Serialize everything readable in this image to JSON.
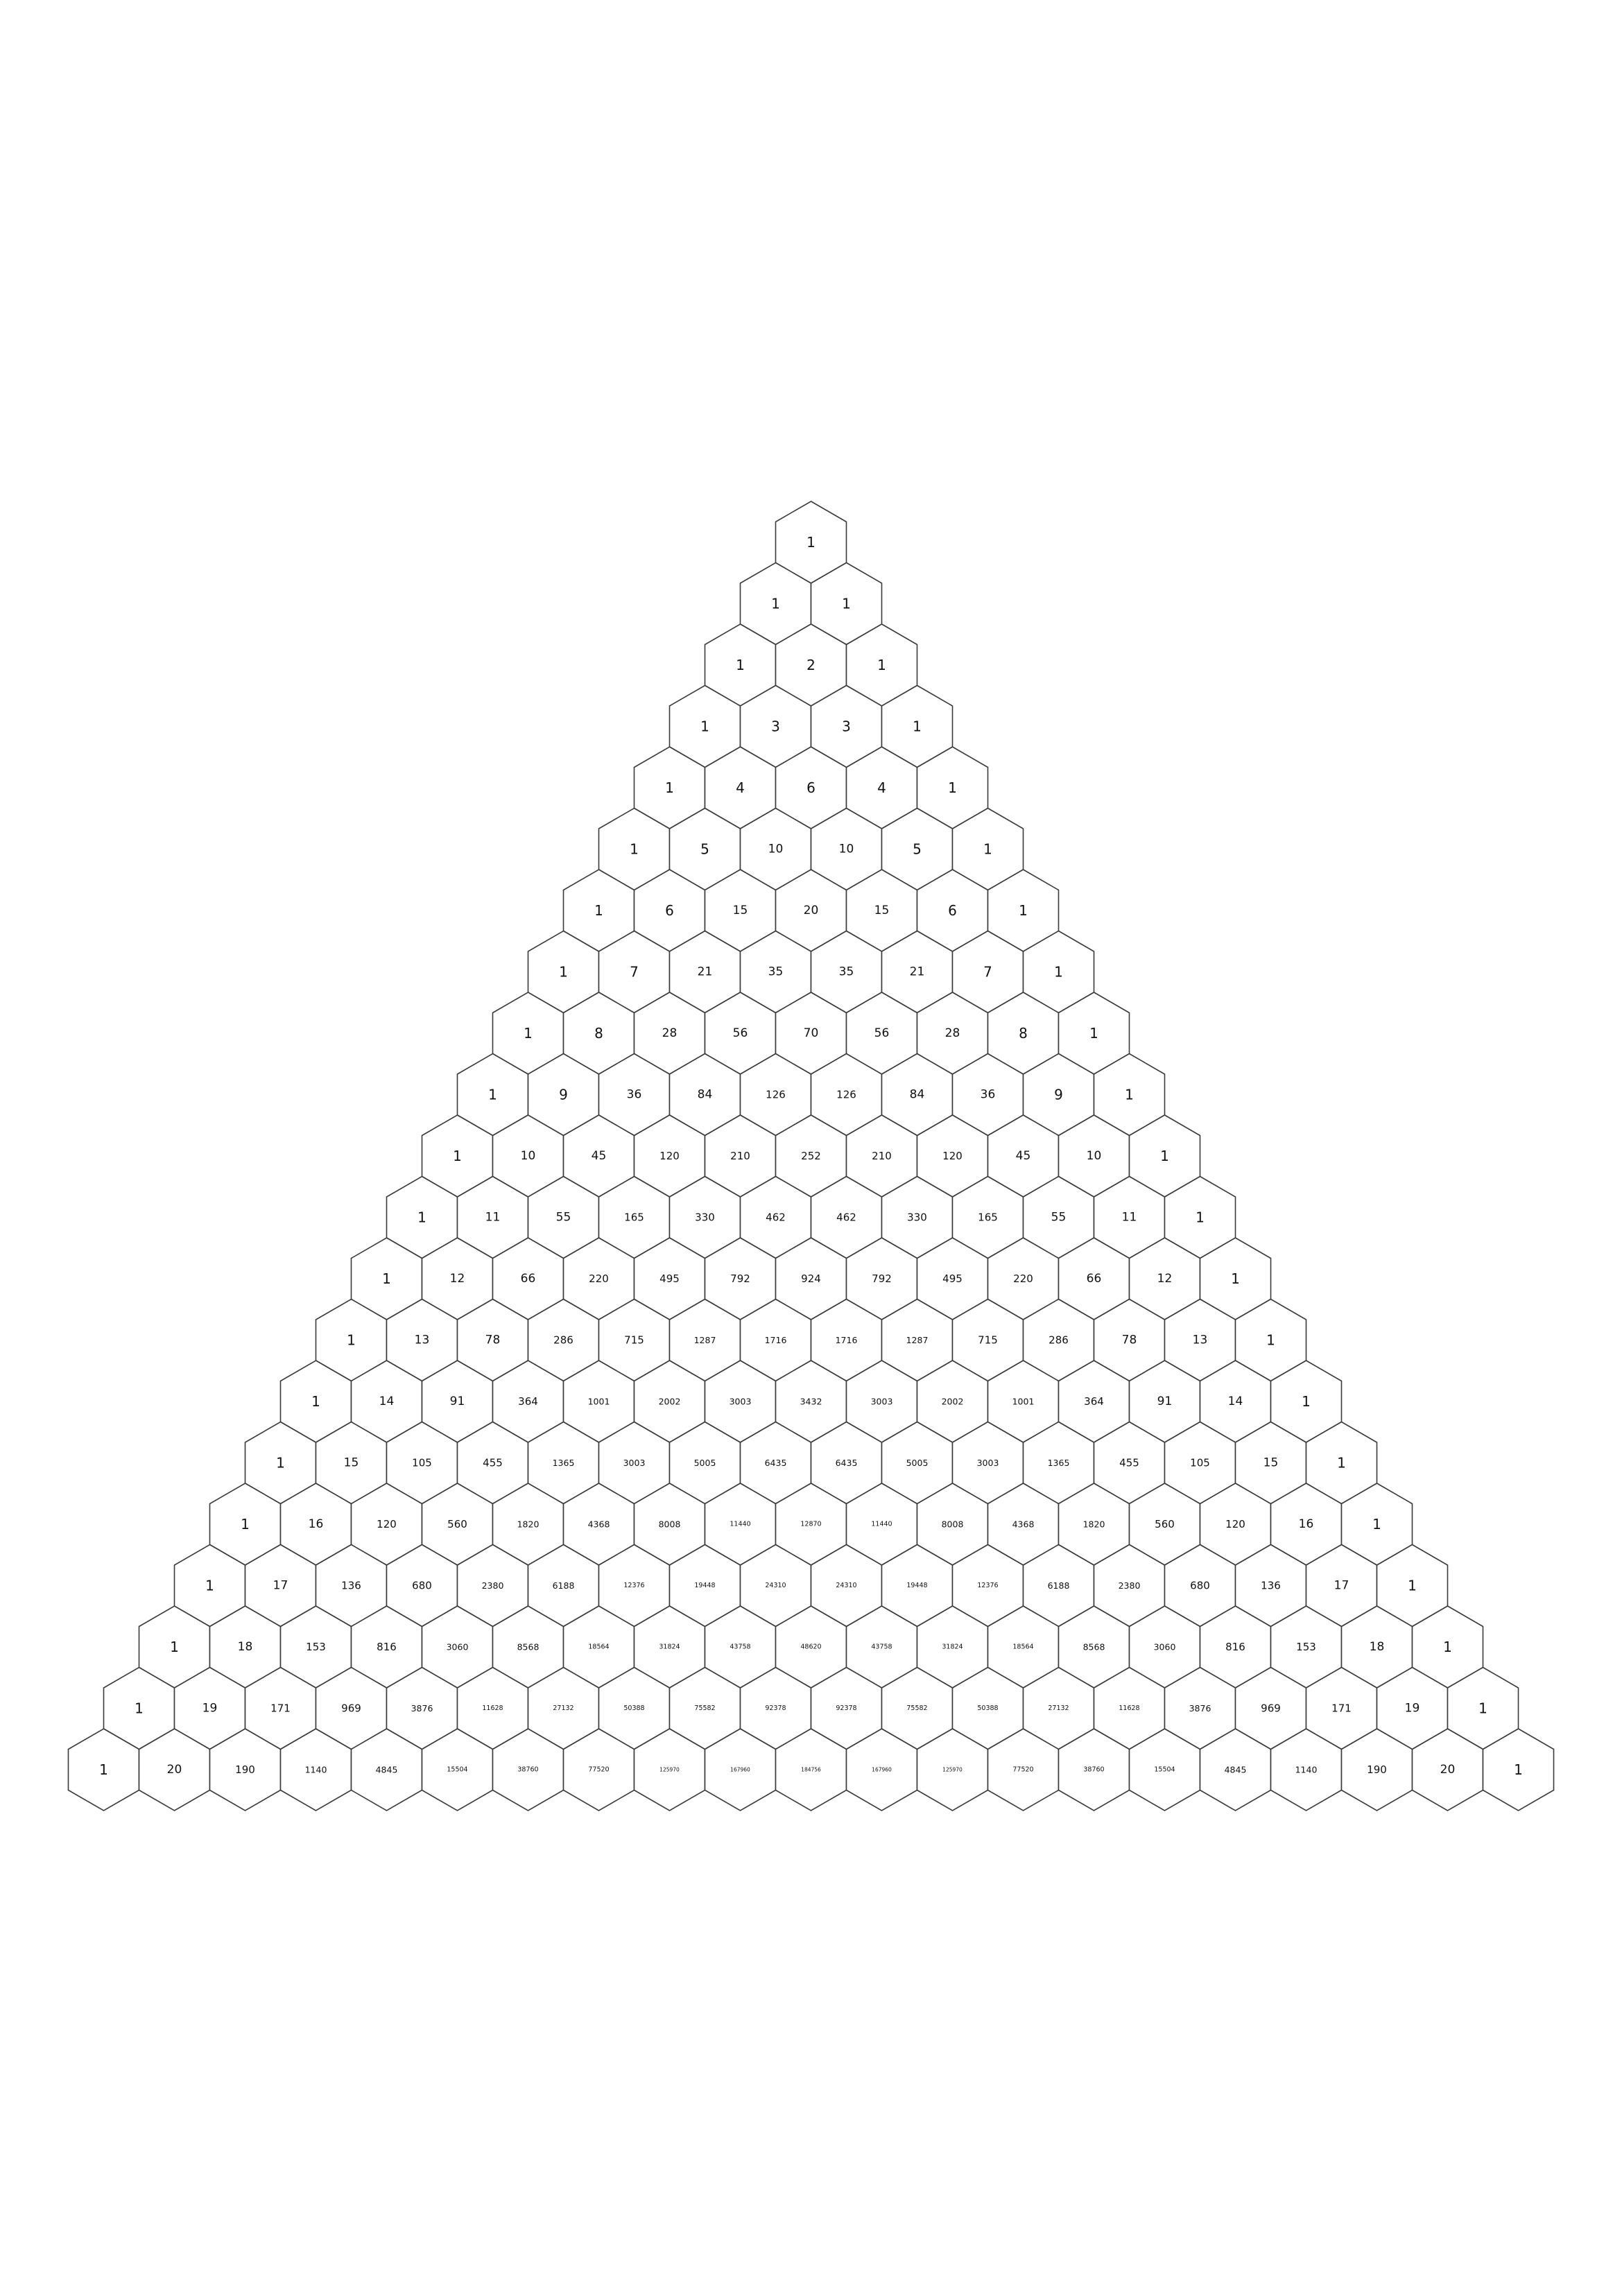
{
  "diagram": {
    "rows": [
      [
        1
      ],
      [
        1,
        1
      ],
      [
        1,
        2,
        1
      ],
      [
        1,
        3,
        3,
        1
      ],
      [
        1,
        4,
        6,
        4,
        1
      ],
      [
        1,
        5,
        10,
        10,
        5,
        1
      ],
      [
        1,
        6,
        15,
        20,
        15,
        6,
        1
      ],
      [
        1,
        7,
        21,
        35,
        35,
        21,
        7,
        1
      ],
      [
        1,
        8,
        28,
        56,
        70,
        56,
        28,
        8,
        1
      ],
      [
        1,
        9,
        36,
        84,
        126,
        126,
        84,
        36,
        9,
        1
      ],
      [
        1,
        10,
        45,
        120,
        210,
        252,
        210,
        120,
        45,
        10,
        1
      ],
      [
        1,
        11,
        55,
        165,
        330,
        462,
        462,
        330,
        165,
        55,
        11,
        1
      ],
      [
        1,
        12,
        66,
        220,
        495,
        792,
        924,
        792,
        495,
        220,
        66,
        12,
        1
      ],
      [
        1,
        13,
        78,
        286,
        715,
        1287,
        1716,
        1716,
        1287,
        715,
        286,
        78,
        13,
        1
      ],
      [
        1,
        14,
        91,
        364,
        1001,
        2002,
        3003,
        3432,
        3003,
        2002,
        1001,
        364,
        91,
        14,
        1
      ],
      [
        1,
        15,
        105,
        455,
        1365,
        3003,
        5005,
        6435,
        6435,
        5005,
        3003,
        1365,
        455,
        105,
        15,
        1
      ],
      [
        1,
        16,
        120,
        560,
        1820,
        4368,
        8008,
        11440,
        12870,
        11440,
        8008,
        4368,
        1820,
        560,
        120,
        16,
        1
      ],
      [
        1,
        17,
        136,
        680,
        2380,
        6188,
        12376,
        19448,
        24310,
        24310,
        19448,
        12376,
        6188,
        2380,
        680,
        136,
        17,
        1
      ],
      [
        1,
        18,
        153,
        816,
        3060,
        8568,
        18564,
        31824,
        43758,
        48620,
        43758,
        31824,
        18564,
        8568,
        3060,
        816,
        153,
        18,
        1
      ],
      [
        1,
        19,
        171,
        969,
        3876,
        11628,
        27132,
        50388,
        75582,
        92378,
        92378,
        75582,
        50388,
        27132,
        11628,
        3876,
        969,
        171,
        19,
        1
      ],
      [
        1,
        20,
        190,
        1140,
        4845,
        15504,
        38760,
        77520,
        125970,
        167960,
        184756,
        167960,
        125970,
        77520,
        38760,
        15504,
        4845,
        1140,
        190,
        20,
        1
      ]
    ]
  }
}
